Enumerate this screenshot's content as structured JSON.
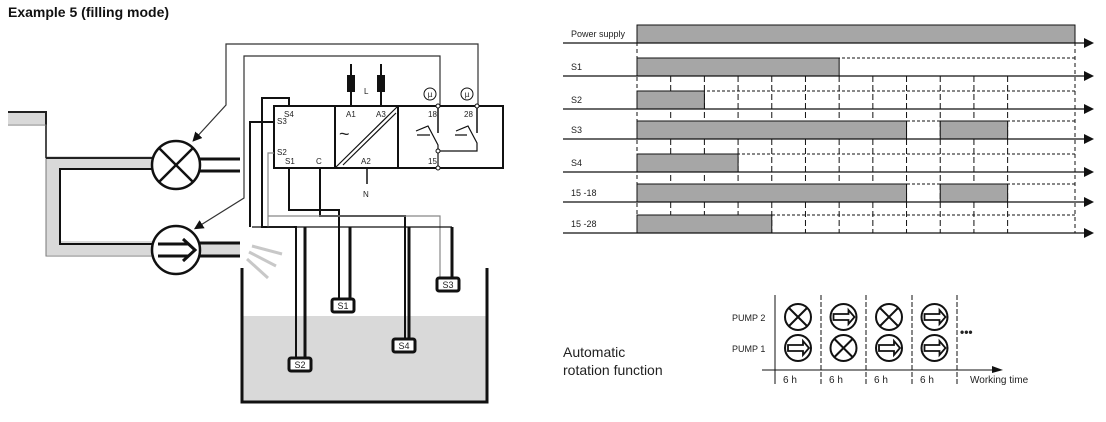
{
  "title": "Example 5 (filling mode)",
  "wiring": {
    "relay_terminals": {
      "sensor": [
        "S4",
        "S3",
        "S2",
        "S1",
        "C"
      ],
      "supply": [
        "A1",
        "A3",
        "A2"
      ],
      "contacts": [
        "18",
        "28",
        "15"
      ],
      "supply_line": "L",
      "neutral": "N",
      "ac_symbol": "~",
      "micro_symbol": "µ"
    },
    "probes": [
      "S1",
      "S2",
      "S3",
      "S4"
    ]
  },
  "timing": {
    "signals": [
      "Power supply",
      "S1",
      "S2",
      "S3",
      "S4",
      "15 -18",
      "15 -28"
    ],
    "colors": {
      "bar": "#a6a6a6",
      "line": "#111111"
    }
  },
  "chart_data": {
    "type": "timing",
    "title": "",
    "xlabel": "",
    "ylabel": "",
    "time_units": "grid steps",
    "xlim": [
      0,
      13
    ],
    "gridlines": [
      1,
      2,
      3,
      4,
      5,
      6,
      7,
      8,
      9,
      10,
      11
    ],
    "series": [
      {
        "name": "Power supply",
        "on": [
          [
            0,
            13
          ]
        ]
      },
      {
        "name": "S1",
        "on": [
          [
            0,
            6
          ]
        ]
      },
      {
        "name": "S2",
        "on": [
          [
            0,
            2
          ]
        ]
      },
      {
        "name": "S3",
        "on": [
          [
            0,
            8
          ],
          [
            9,
            11
          ]
        ]
      },
      {
        "name": "S4",
        "on": [
          [
            0,
            3
          ]
        ]
      },
      {
        "name": "15 -18",
        "on": [
          [
            0,
            8
          ],
          [
            9,
            11
          ]
        ]
      },
      {
        "name": "15 -28",
        "on": [
          [
            0,
            4
          ]
        ]
      }
    ]
  },
  "rotation": {
    "label_line1": "Automatic",
    "label_line2": "rotation function",
    "rows": [
      "PUMP 2",
      "PUMP 1"
    ],
    "periods": [
      "6 h",
      "6 h",
      "6 h",
      "6 h"
    ],
    "states": {
      "PUMP 2": [
        "off",
        "on",
        "off",
        "on"
      ],
      "PUMP 1": [
        "on",
        "off",
        "on",
        "on"
      ]
    },
    "continuation": "•••",
    "axis_label": "Working time"
  }
}
